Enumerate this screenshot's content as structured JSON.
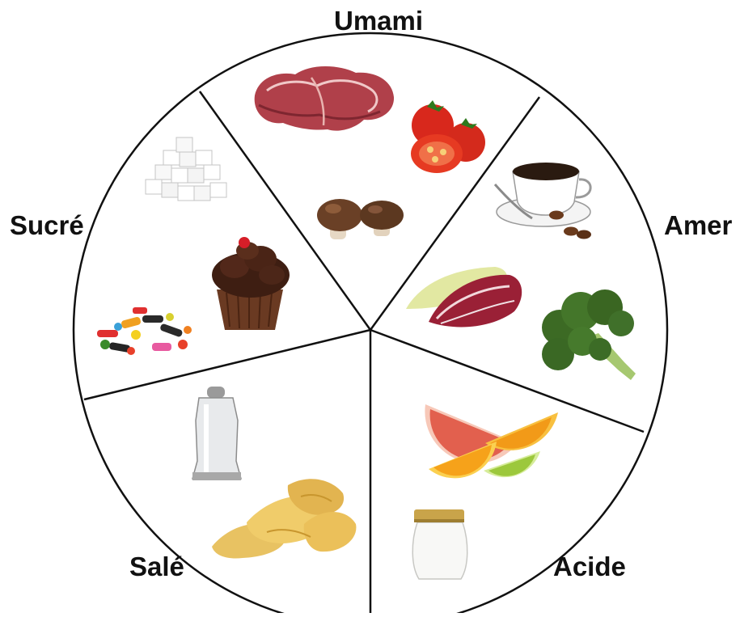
{
  "wheel": {
    "sectors": [
      {
        "label": "Umami",
        "foods": [
          "meat-icon",
          "tomato-icon",
          "mushroom-icon"
        ]
      },
      {
        "label": "Amer",
        "foods": [
          "coffee-cup-icon",
          "endive-icon",
          "broccoli-icon"
        ]
      },
      {
        "label": "Acide",
        "foods": [
          "citrus-icon",
          "yogurt-jar-icon"
        ]
      },
      {
        "label": "Salé",
        "foods": [
          "salt-shaker-icon",
          "potato-chips-icon"
        ]
      },
      {
        "label": "Sucré",
        "foods": [
          "sugar-cubes-icon",
          "cupcake-icon",
          "candies-icon"
        ]
      }
    ]
  }
}
